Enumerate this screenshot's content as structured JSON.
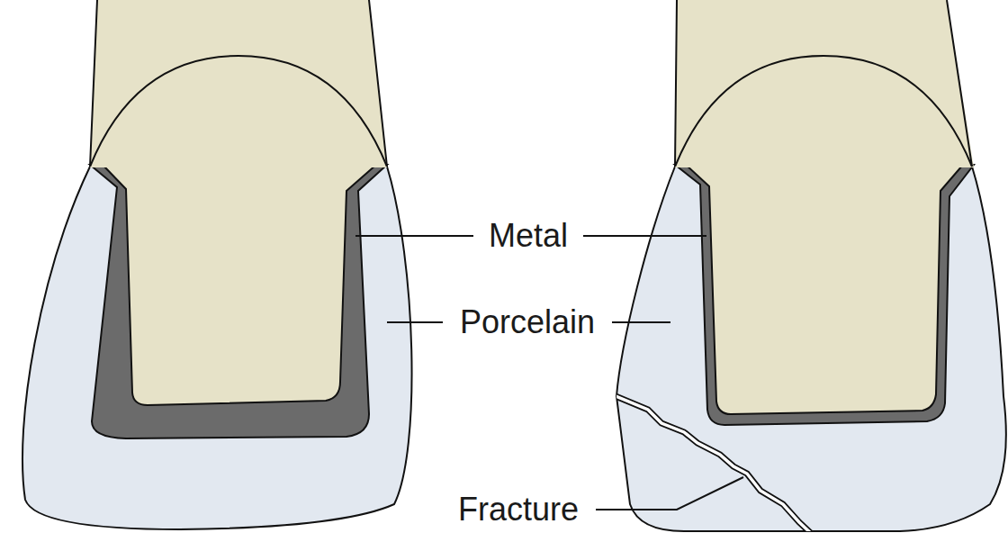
{
  "diagram": {
    "labels": [
      "Metal",
      "Porcelain",
      "Fracture"
    ]
  }
}
